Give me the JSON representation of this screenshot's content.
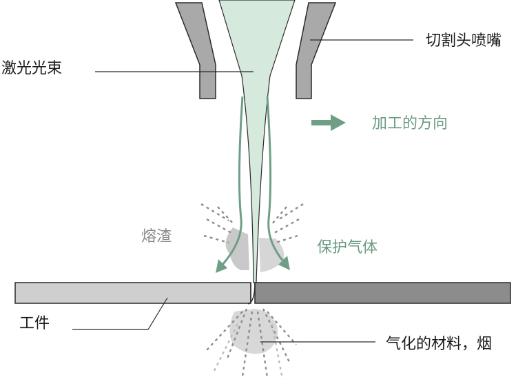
{
  "labels": {
    "nozzle": "切割头喷嘴",
    "laser_beam": "激光光束",
    "direction": "加工的方向",
    "slag": "熔渣",
    "shield_gas": "保护气体",
    "workpiece": "工件",
    "vapor": "气化的材料，烟"
  },
  "colors": {
    "beam_fill": "#d5e9dd",
    "nozzle_fill": "#a9a9a9",
    "gas_arrow": "#6f9e86",
    "label_green": "#6a9a82",
    "label_gray": "#8a8a8a",
    "workpiece_left": "#cfcfcf",
    "workpiece_right": "#8c8c8c"
  }
}
